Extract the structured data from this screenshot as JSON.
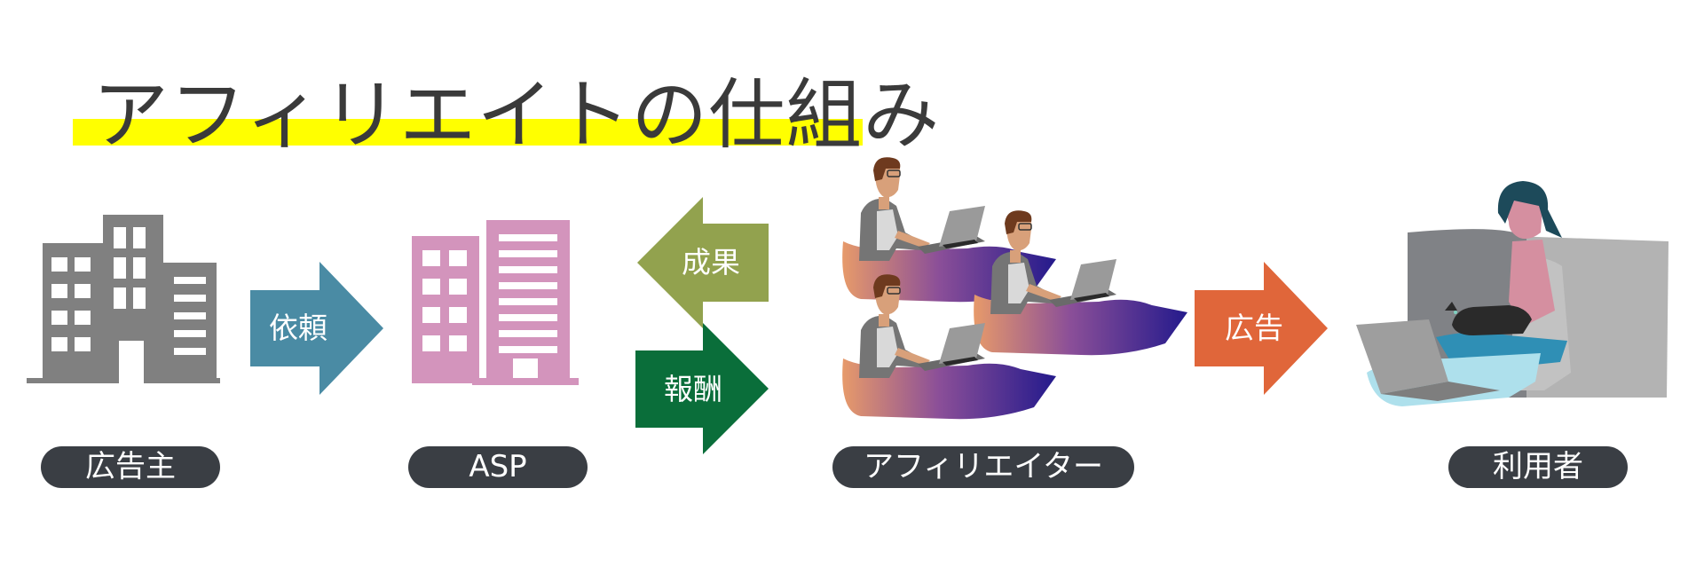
{
  "title": "アフィリエイトの仕組み",
  "colors": {
    "title_highlight": "#ffff00",
    "building_advertiser": "#808080",
    "building_asp": "#d394bc",
    "arrow_request": "#4a8ba4",
    "arrow_result": "#92a24e",
    "arrow_reward": "#0a6e3a",
    "arrow_ad": "#e0663a",
    "pill": "#3a3e44"
  },
  "actors": {
    "advertiser": {
      "label": "広告主",
      "icon": "office-building-icon"
    },
    "asp": {
      "label": "ASP",
      "icon": "office-building-icon"
    },
    "affiliator": {
      "label": "アフィリエイター",
      "icon": "people-with-laptops-icon"
    },
    "user": {
      "label": "利用者",
      "icon": "woman-on-sofa-with-laptop-icon"
    }
  },
  "arrows": {
    "request": {
      "label": "依頼",
      "direction": "right"
    },
    "result": {
      "label": "成果",
      "direction": "left"
    },
    "reward": {
      "label": "報酬",
      "direction": "right"
    },
    "ad": {
      "label": "広告",
      "direction": "right"
    }
  }
}
